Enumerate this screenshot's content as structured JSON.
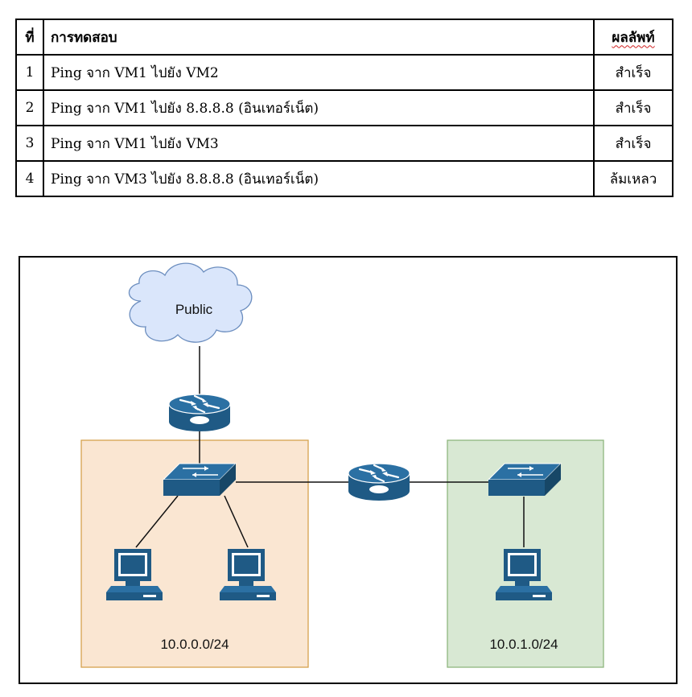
{
  "table": {
    "headers": {
      "no": "ที่",
      "test": "การทดสอบ",
      "result": "ผลลัพท์"
    },
    "rows": [
      {
        "no": "1",
        "test": "Ping จาก VM1 ไปยัง VM2",
        "result": "สำเร็จ"
      },
      {
        "no": "2",
        "test": "Ping จาก VM1 ไปยัง 8.8.8.8 (อินเทอร์เน็ต)",
        "result": "สำเร็จ"
      },
      {
        "no": "3",
        "test": "Ping จาก VM1 ไปยัง VM3",
        "result": "สำเร็จ"
      },
      {
        "no": "4",
        "test": "Ping จาก VM3 ไปยัง 8.8.8.8 (อินเทอร์เน็ต)",
        "result": "ล้มเหลว"
      }
    ]
  },
  "diagram": {
    "cloud_label": "Public",
    "left_network_label": "10.0.0.0/24",
    "right_network_label": "10.0.1.0/24",
    "colors": {
      "left_zone_fill": "#fae6d2",
      "left_zone_border": "#d6a24e",
      "right_zone_fill": "#d8e8d3",
      "right_zone_border": "#8fb67e",
      "cloud_fill": "#dae6fb",
      "cloud_border": "#6c8ebf",
      "device_blue": "#1f5a85"
    },
    "icons": [
      "cloud-icon",
      "router-icon",
      "switch-icon",
      "workstation-icon"
    ]
  }
}
